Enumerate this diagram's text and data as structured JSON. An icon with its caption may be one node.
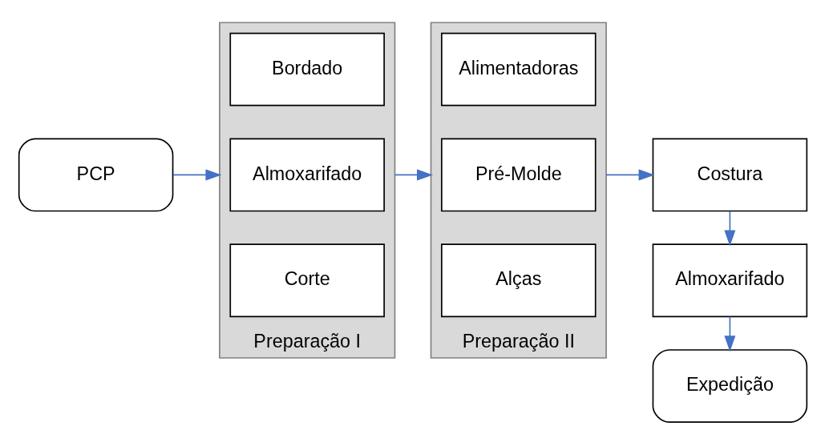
{
  "diagram": {
    "nodes": [
      {
        "text": [
          "PCP"
        ]
      },
      {
        "text": [
          "Preparação I"
        ]
      },
      {
        "text": [
          "Corte"
        ],
        "in": 1
      },
      {
        "text": [
          "Almoxarifado"
        ],
        "in": 1
      },
      {
        "text": [
          "Bordado"
        ],
        "in": 1
      },
      {
        "text": [
          "Preparação II"
        ]
      },
      {
        "text": [
          "Alças"
        ],
        "in": 5
      },
      {
        "text": [
          "Pré-Molde"
        ],
        "in": 5
      },
      {
        "text": [
          "Alimentadoras"
        ],
        "in": 5
      },
      {
        "text": [
          "Costura"
        ]
      },
      {
        "text": [
          "Almoxarifado"
        ]
      },
      {
        "text": [
          "Expedição"
        ]
      }
    ],
    "edges": [
      {
        "from": 0,
        "to": 1,
        "arrow": "to"
      },
      {
        "from": 1,
        "to": 5,
        "arrow": "to"
      },
      {
        "from": 5,
        "to": 9,
        "arrow": "to"
      },
      {
        "from": 9,
        "to": 10,
        "arrow": "to"
      },
      {
        "from": 10,
        "to": 11,
        "arrow": "to"
      }
    ]
  }
}
